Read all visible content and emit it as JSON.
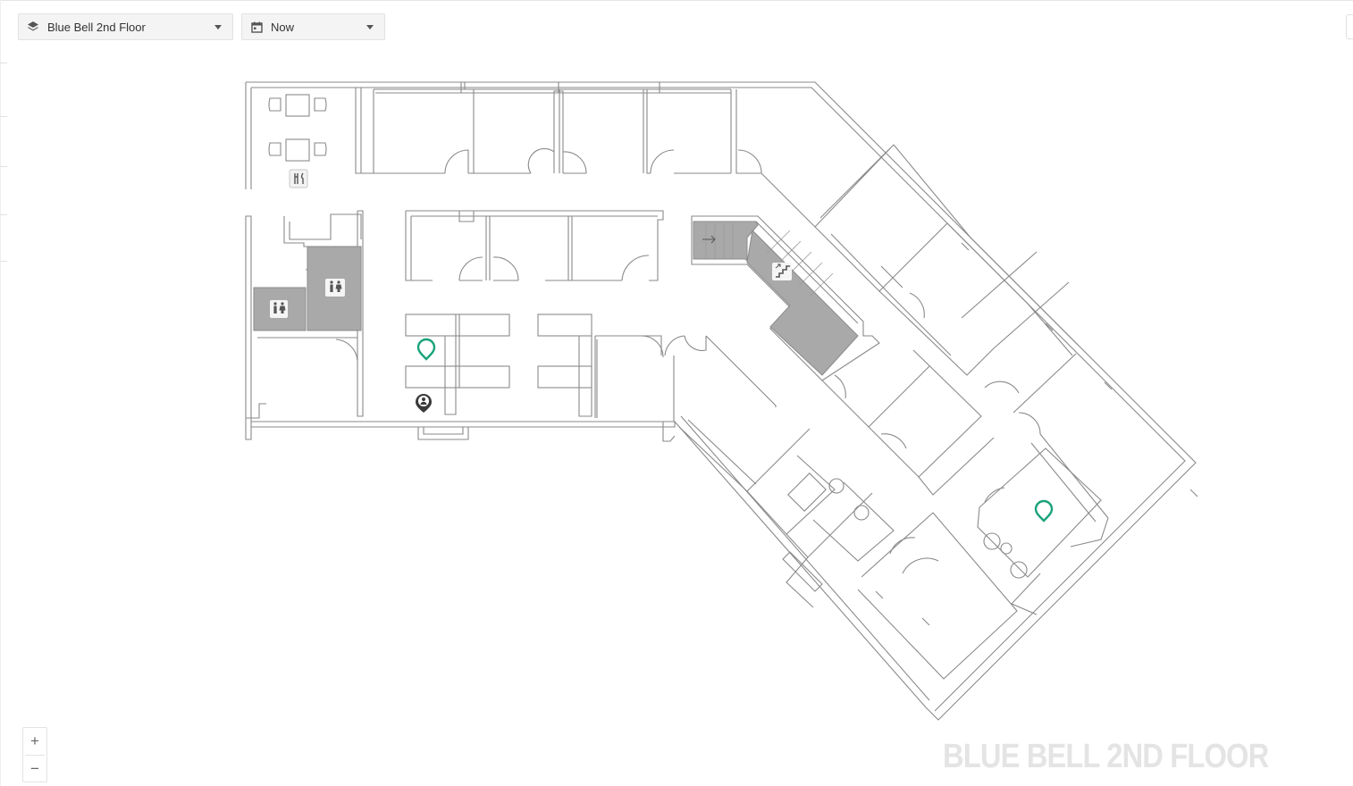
{
  "toolbar": {
    "floor_select": {
      "value": "Blue Bell 2nd Floor",
      "icon": "layers-icon"
    },
    "time_select": {
      "value": "Now",
      "icon": "calendar-icon"
    }
  },
  "map": {
    "watermark": "BLUE BELL 2ND FLOOR",
    "colors": {
      "wall": "#8a8a8a",
      "shaded": "#a6a6a6",
      "marker": "#1aa37a",
      "person": "#3a3a3a"
    },
    "icons": [
      "restaurant-icon",
      "restroom-icon",
      "stairs-icon",
      "location-pin-icon",
      "person-pin-icon"
    ],
    "pins": [
      {
        "type": "available-desk",
        "icon": "location-pin-icon"
      },
      {
        "type": "available-desk",
        "icon": "location-pin-icon"
      },
      {
        "type": "occupant",
        "icon": "person-pin-icon"
      }
    ]
  },
  "zoom": {
    "in_label": "+",
    "out_label": "−"
  }
}
